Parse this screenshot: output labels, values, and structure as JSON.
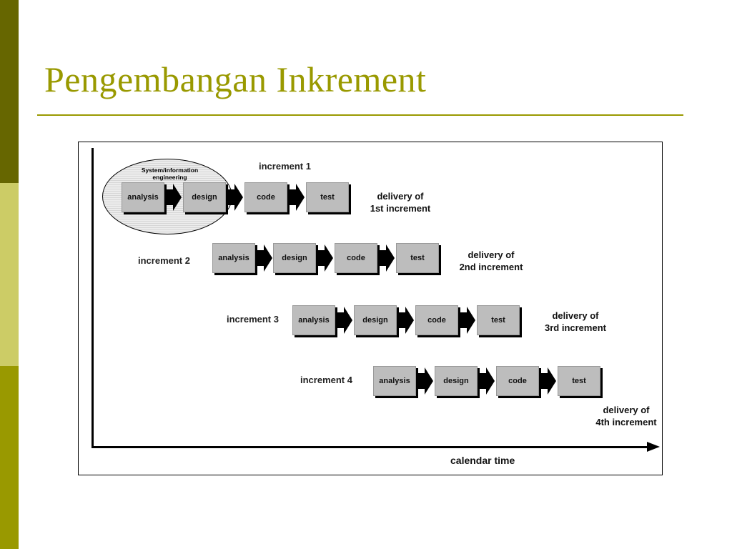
{
  "slide": {
    "title": "Pengembangan Inkrement"
  },
  "diagram": {
    "ellipse_label": "System/information engineering",
    "x_axis_label": "calendar time",
    "increments": [
      {
        "label": "increment 1",
        "stages": [
          "analysis",
          "design",
          "code",
          "test"
        ],
        "delivery": [
          "delivery of",
          "1st increment"
        ]
      },
      {
        "label": "increment 2",
        "stages": [
          "analysis",
          "design",
          "code",
          "test"
        ],
        "delivery": [
          "delivery of",
          "2nd increment"
        ]
      },
      {
        "label": "increment 3",
        "stages": [
          "analysis",
          "design",
          "code",
          "test"
        ],
        "delivery": [
          "delivery of",
          "3rd increment"
        ]
      },
      {
        "label": "increment 4",
        "stages": [
          "analysis",
          "design",
          "code",
          "test"
        ],
        "delivery": [
          "delivery of",
          "4th increment"
        ]
      }
    ]
  }
}
